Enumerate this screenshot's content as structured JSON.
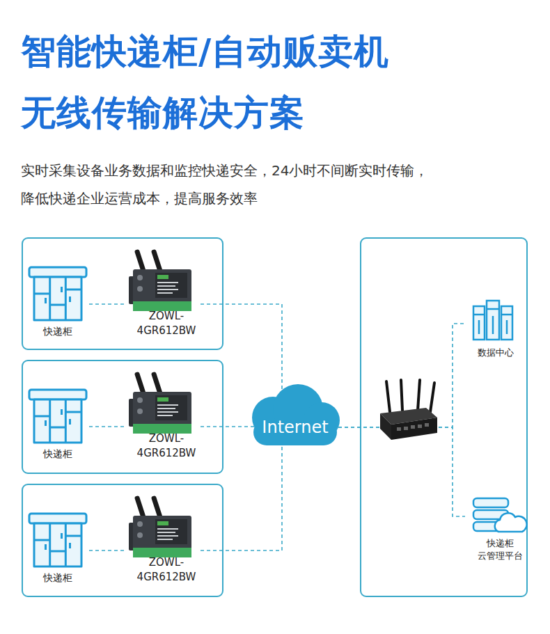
{
  "diagram": {
    "title": "智能快递柜/自动贩卖机 无线传输解决方案",
    "caption": "实时采集设备业务数据和监控快递安全，24小时不间断实时传输， 降低快递企业运营成本，提高服务效率",
    "nodes": [
      {
        "text": [
          "快递柜"
        ]
      },
      {
        "text": [
          "ZOWL-4GR612BW"
        ]
      },
      {
        "text": [
          "快递柜"
        ]
      },
      {
        "text": [
          "ZOWL-4GR612BW"
        ]
      },
      {
        "text": [
          "快递柜"
        ]
      },
      {
        "text": [
          "ZOWL-4GR612BW"
        ]
      },
      {
        "text": [
          "Internet"
        ]
      },
      {
        "text": [
          "数据中心"
        ]
      },
      {
        "text": [
          "快递柜 云管理平台"
        ]
      }
    ],
    "edges": [
      {
        "from": 0,
        "to": 1,
        "arrow": "none"
      },
      {
        "from": 1,
        "to": 6,
        "arrow": "none"
      },
      {
        "from": 2,
        "to": 3,
        "arrow": "none"
      },
      {
        "from": 3,
        "to": 6,
        "arrow": "none"
      },
      {
        "from": 4,
        "to": 5,
        "arrow": "none"
      },
      {
        "from": 5,
        "to": 6,
        "arrow": "none"
      },
      {
        "from": 6,
        "to": 7,
        "arrow": "none"
      },
      {
        "from": 6,
        "to": 8,
        "arrow": "none"
      }
    ]
  }
}
